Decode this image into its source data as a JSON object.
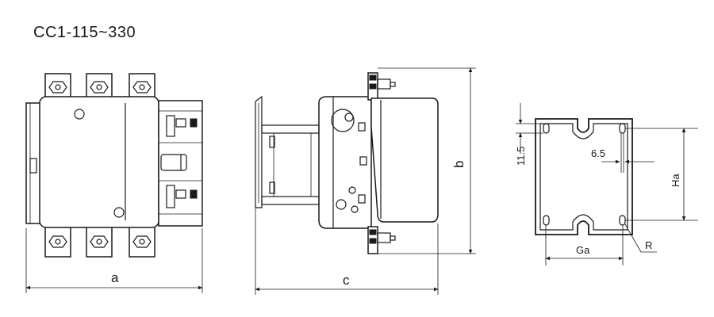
{
  "title": "CC1-115~330",
  "front_view": {
    "dim_label": "a"
  },
  "side_view": {
    "dim_label_width": "c",
    "dim_label_height": "b"
  },
  "mount_view": {
    "dim_slot_height": "11.5",
    "dim_slot_width": "6.5",
    "dim_height": "Ha",
    "dim_width": "Ga",
    "dim_radius": "R"
  }
}
